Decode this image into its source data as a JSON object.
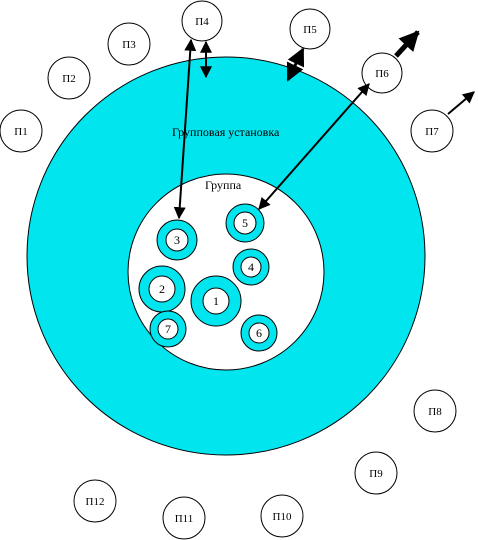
{
  "diagram": {
    "outer_ring_label": "Групповая установка",
    "inner_label": "Группа",
    "members": [
      {
        "id": "m1",
        "label": "1"
      },
      {
        "id": "m2",
        "label": "2"
      },
      {
        "id": "m3",
        "label": "3"
      },
      {
        "id": "m4",
        "label": "4"
      },
      {
        "id": "m5",
        "label": "5"
      },
      {
        "id": "m6",
        "label": "6"
      },
      {
        "id": "m7",
        "label": "7"
      }
    ],
    "peripherals": [
      {
        "id": "p1",
        "label": "П1"
      },
      {
        "id": "p2",
        "label": "П2"
      },
      {
        "id": "p3",
        "label": "П3"
      },
      {
        "id": "p4",
        "label": "П4"
      },
      {
        "id": "p5",
        "label": "П5"
      },
      {
        "id": "p6",
        "label": "П6"
      },
      {
        "id": "p7",
        "label": "П7"
      },
      {
        "id": "p8",
        "label": "П8"
      },
      {
        "id": "p9",
        "label": "П9"
      },
      {
        "id": "p10",
        "label": "П10"
      },
      {
        "id": "p11",
        "label": "П11"
      },
      {
        "id": "p12",
        "label": "П12"
      }
    ],
    "colors": {
      "ring_fill": "#00e5ee",
      "stroke": "#000000",
      "background": "#ffffff"
    }
  }
}
